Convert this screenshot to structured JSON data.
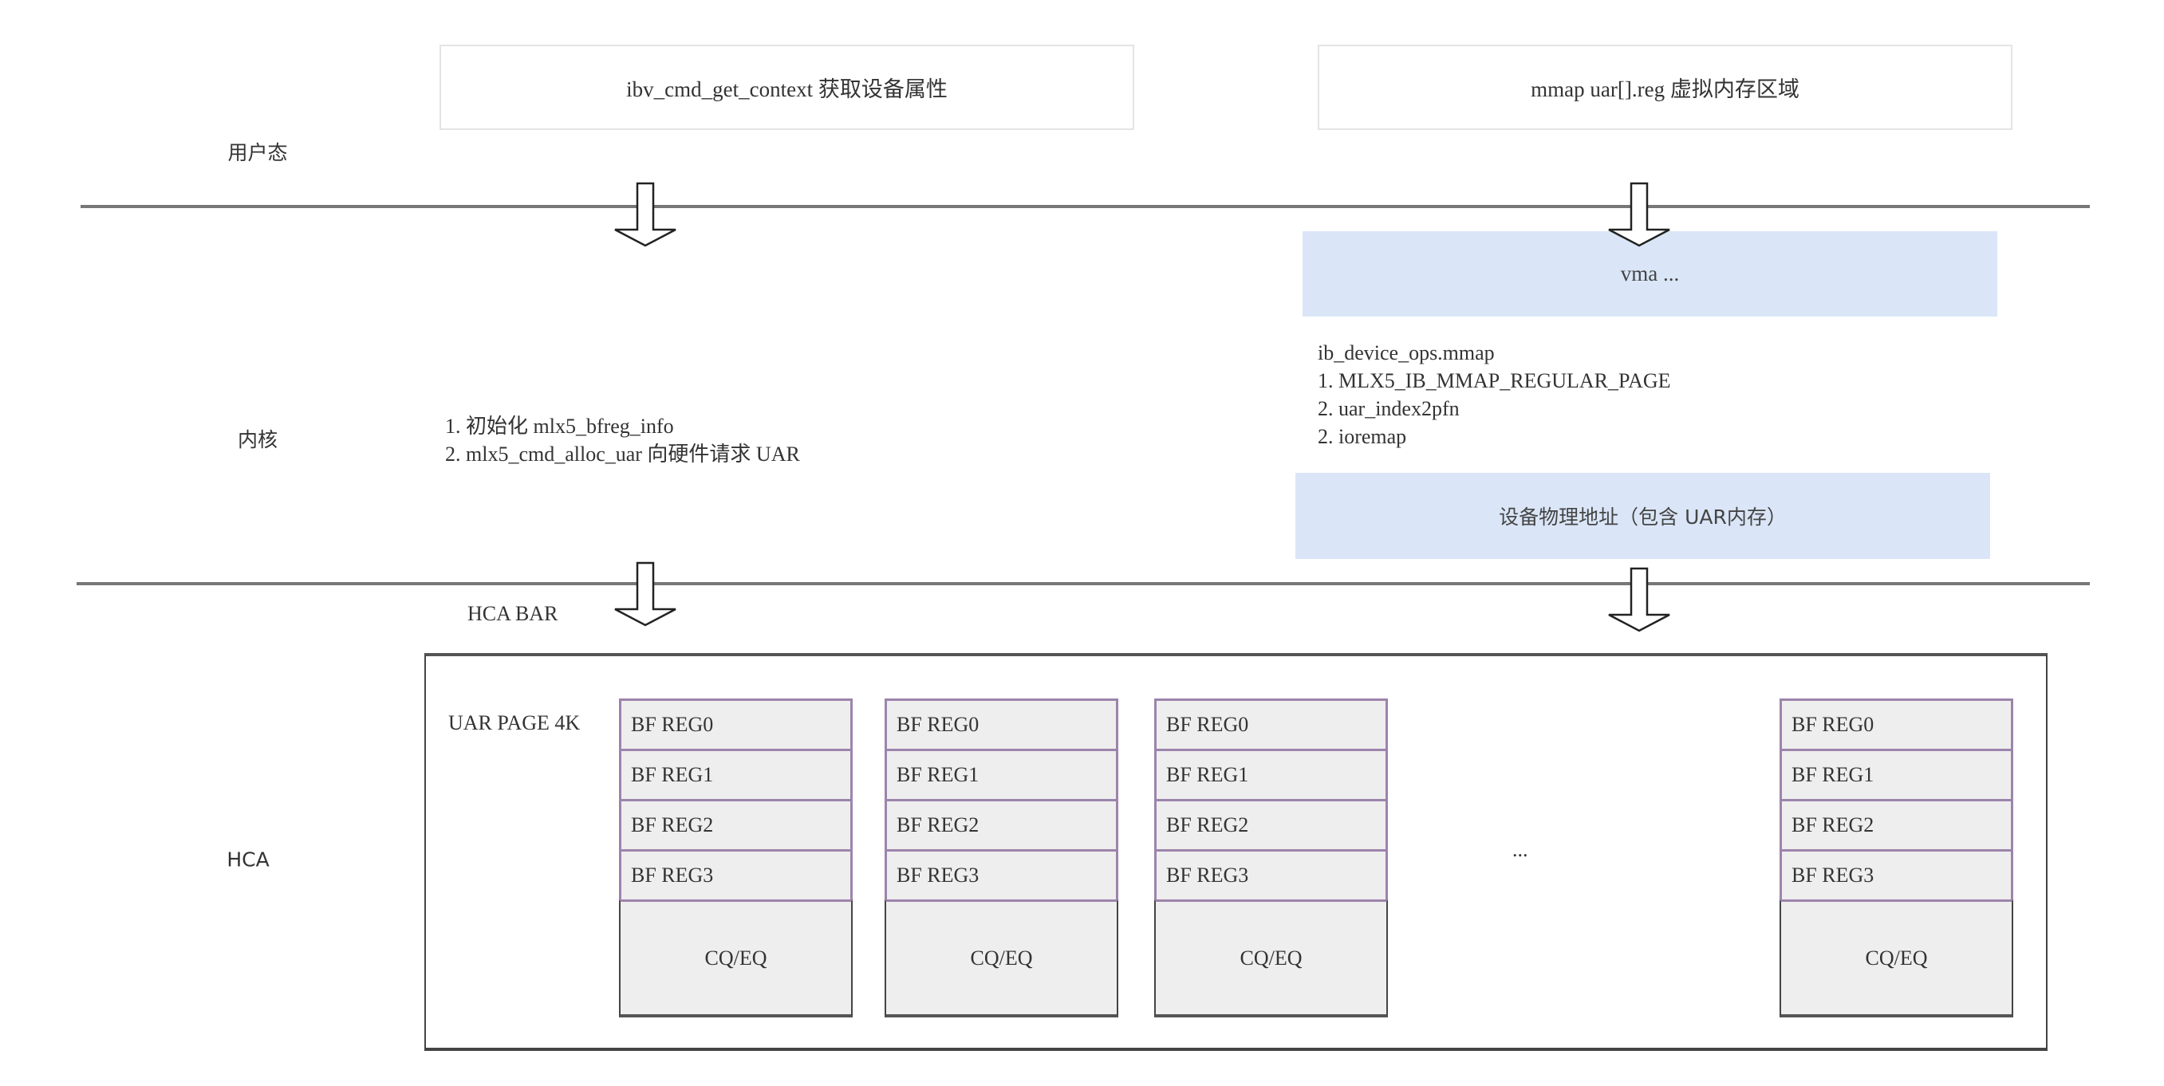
{
  "layers": {
    "user": "用户态",
    "kernel": "内核",
    "hca": "HCA"
  },
  "user_boxes": [
    "ibv_cmd_get_context 获取设备属性",
    "mmap uar[].reg 虚拟内存区域"
  ],
  "kernel": {
    "left_steps": [
      "1. 初始化 mlx5_bfreg_info",
      "2. mlx5_cmd_alloc_uar 向硬件请求 UAR"
    ],
    "vma_box": "vma ...",
    "mmap_steps": [
      "ib_device_ops.mmap",
      "1. MLX5_IB_MMAP_REGULAR_PAGE",
      "2. uar_index2pfn",
      "2. ioremap"
    ],
    "phys_box": "设备物理地址（包含 UAR内存）"
  },
  "hca": {
    "bar_label": "HCA BAR",
    "page_label": "UAR PAGE 4K",
    "ellipsis": "...",
    "columns": [
      {
        "regs": [
          "BF REG0",
          "BF REG1",
          "BF REG2",
          "BF REG3"
        ],
        "cq": "CQ/EQ"
      },
      {
        "regs": [
          "BF REG0",
          "BF REG1",
          "BF REG2",
          "BF REG3"
        ],
        "cq": "CQ/EQ"
      },
      {
        "regs": [
          "BF REG0",
          "BF REG1",
          "BF REG2",
          "BF REG3"
        ],
        "cq": "CQ/EQ"
      },
      {
        "regs": [
          "BF REG0",
          "BF REG1",
          "BF REG2",
          "BF REG3"
        ],
        "cq": "CQ/EQ"
      }
    ]
  }
}
